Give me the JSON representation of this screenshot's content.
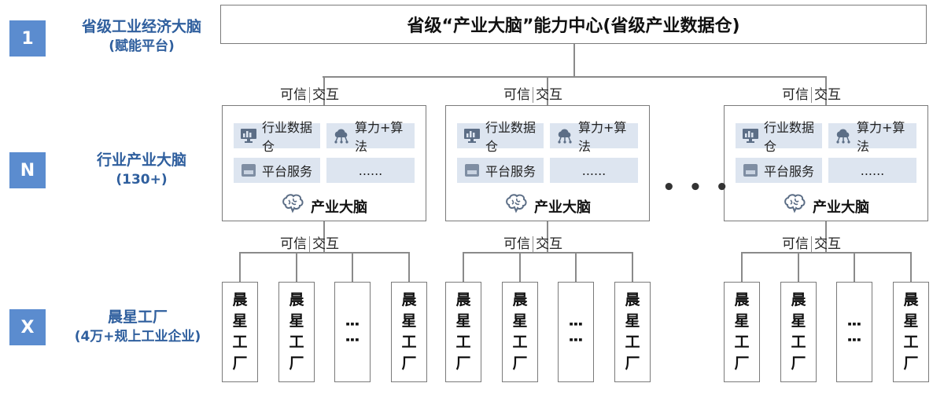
{
  "levels": [
    {
      "badge": "1",
      "title": "省级工业经济大脑",
      "subtitle": "(赋能平台)"
    },
    {
      "badge": "N",
      "title": "行业产业大脑",
      "subtitle": "(130+)"
    },
    {
      "badge": "X",
      "title": "晨星工厂",
      "subtitle": "(4万+规上工业企业)"
    }
  ],
  "top_center": "省级“产业大脑”能力中心(省级产业数据仓)",
  "interaction": {
    "left": "可信",
    "right": "交互"
  },
  "brain": {
    "cells": [
      "行业数据仓",
      "算力+算法",
      "平台服务",
      "......"
    ],
    "label": "产业大脑",
    "icons": {
      "datawarehouse": "monitor-chart-icon",
      "compute": "cloud-network-icon",
      "platform": "apps-icon",
      "brain": "brain-icon"
    }
  },
  "ellipsis": "• • •",
  "factory": {
    "chars": [
      "晨",
      "星",
      "工",
      "厂"
    ],
    "dots": "⋮⋮"
  },
  "colors": {
    "badge": "#5b8ccf",
    "title": "#2f5f9e",
    "cell": "#dde5f0"
  }
}
